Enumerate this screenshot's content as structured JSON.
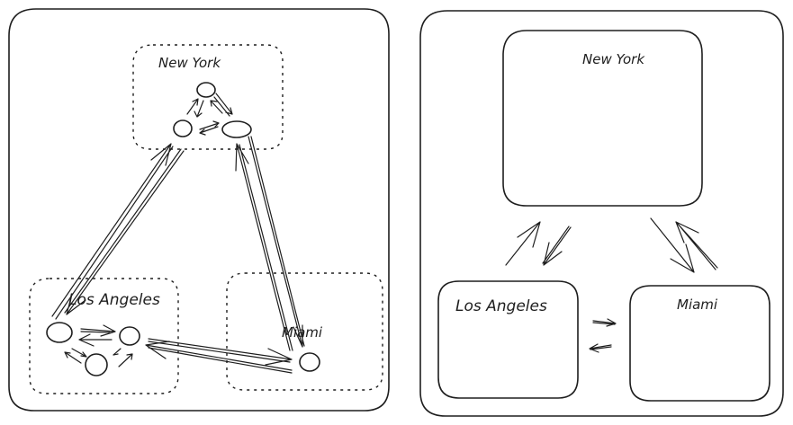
{
  "diagram": {
    "left_panel": {
      "description": "Clusters with individual nodes and replication arrows",
      "groups": [
        {
          "id": "ny",
          "label": "New York",
          "nodes": 3
        },
        {
          "id": "la",
          "label": "Los Angeles",
          "nodes": 3
        },
        {
          "id": "mia",
          "label": "Miami",
          "nodes": 1
        }
      ],
      "edges": [
        {
          "from": "ny",
          "to": "la",
          "bidirectional": true
        },
        {
          "from": "ny",
          "to": "mia",
          "bidirectional": true
        },
        {
          "from": "la",
          "to": "mia",
          "bidirectional": true
        }
      ]
    },
    "right_panel": {
      "description": "Simplified region boxes",
      "groups": [
        {
          "id": "ny",
          "label": "New York"
        },
        {
          "id": "la",
          "label": "Los Angeles"
        },
        {
          "id": "mia",
          "label": "Miami"
        }
      ],
      "edges": [
        {
          "from": "ny",
          "to": "la",
          "bidirectional": true
        },
        {
          "from": "ny",
          "to": "mia",
          "bidirectional": true
        },
        {
          "from": "la",
          "to": "mia",
          "bidirectional": true
        }
      ]
    },
    "stroke_color": "#1e1e1e",
    "background": "#ffffff"
  }
}
